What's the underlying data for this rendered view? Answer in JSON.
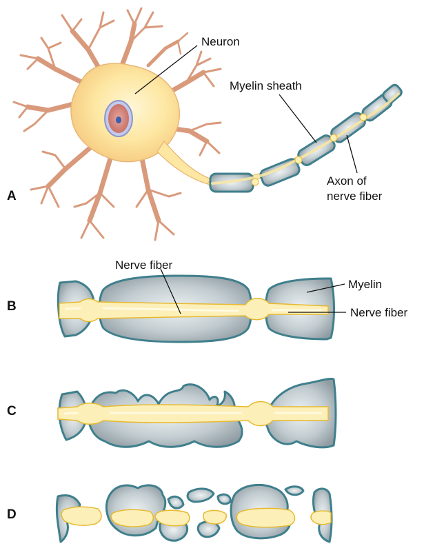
{
  "labels": {
    "neuron": "Neuron",
    "myelin_sheath": "Myelin sheath",
    "axon_line1": "Axon of",
    "axon_line2": "nerve fiber",
    "nerve_fiber_top": "Nerve fiber",
    "myelin": "Myelin",
    "nerve_fiber_right": "Nerve fiber"
  },
  "panels": [
    "A",
    "B",
    "C",
    "D"
  ],
  "colors": {
    "cell_body": "#fbe08f",
    "dendrite": "#d99a7c",
    "myelin_fill": "#c9d2d6",
    "myelin_edge": "#3f7f8c",
    "fiber_fill": "#fcefb8",
    "fiber_edge": "#e7b92f"
  }
}
